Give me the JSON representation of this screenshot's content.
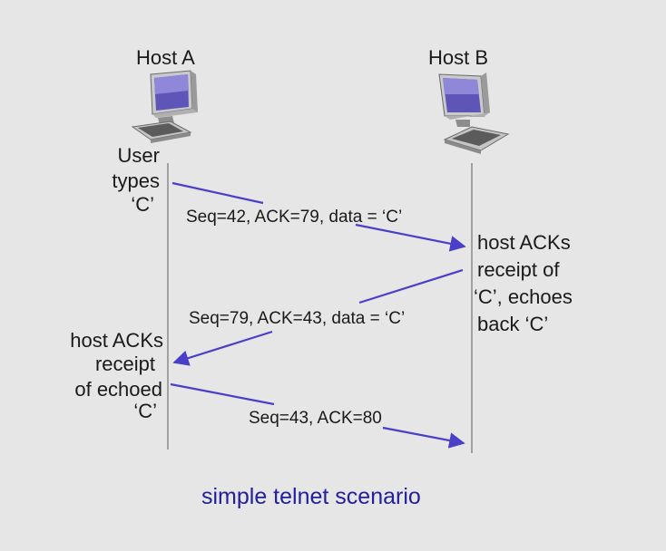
{
  "diagram": {
    "host_a": "Host A",
    "host_b": "Host B",
    "host_a_note": [
      "User",
      "types",
      "‘C’"
    ],
    "host_b_note": [
      "host ACKs",
      "receipt of",
      "‘C’, echoes",
      "back ‘C’"
    ],
    "host_a_note2": [
      "host ACKs",
      "receipt",
      "of echoed",
      "‘C’"
    ],
    "messages": [
      "Seq=42, ACK=79, data = ‘C’",
      "Seq=79, ACK=43, data = ‘C’",
      "Seq=43, ACK=80"
    ],
    "caption": "simple telnet scenario",
    "colors": {
      "arrow": "#4a3fc8",
      "timeline": "#8a8a8a",
      "caption": "#23209a"
    }
  }
}
